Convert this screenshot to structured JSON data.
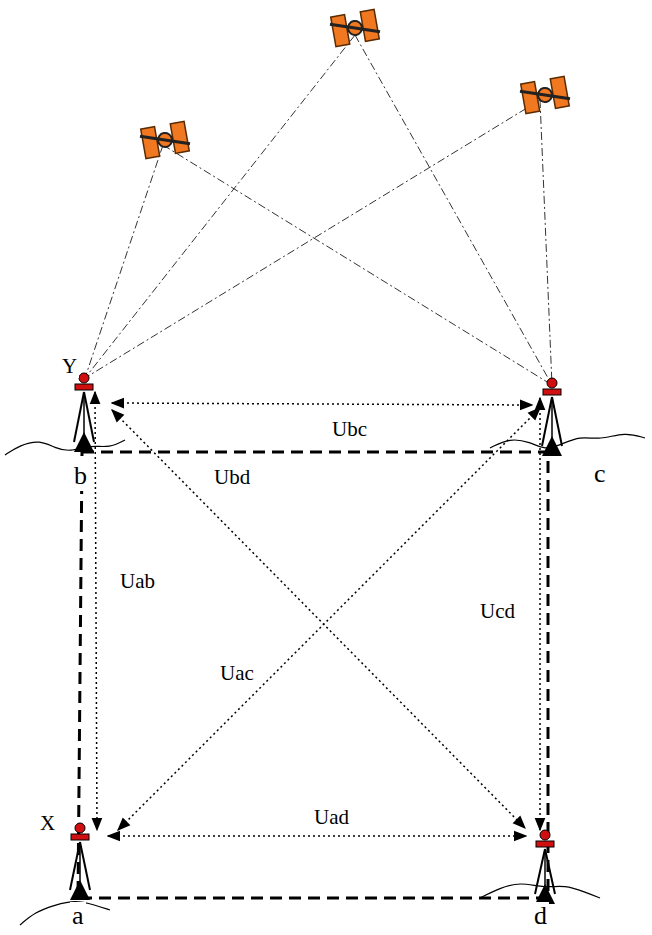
{
  "diagram": {
    "labels": [
      "Y",
      "Ubc",
      "b",
      "c",
      "Ubd",
      "Uab",
      "Ucd",
      "Uac",
      "Uad",
      "X",
      "a",
      "d"
    ]
  }
}
